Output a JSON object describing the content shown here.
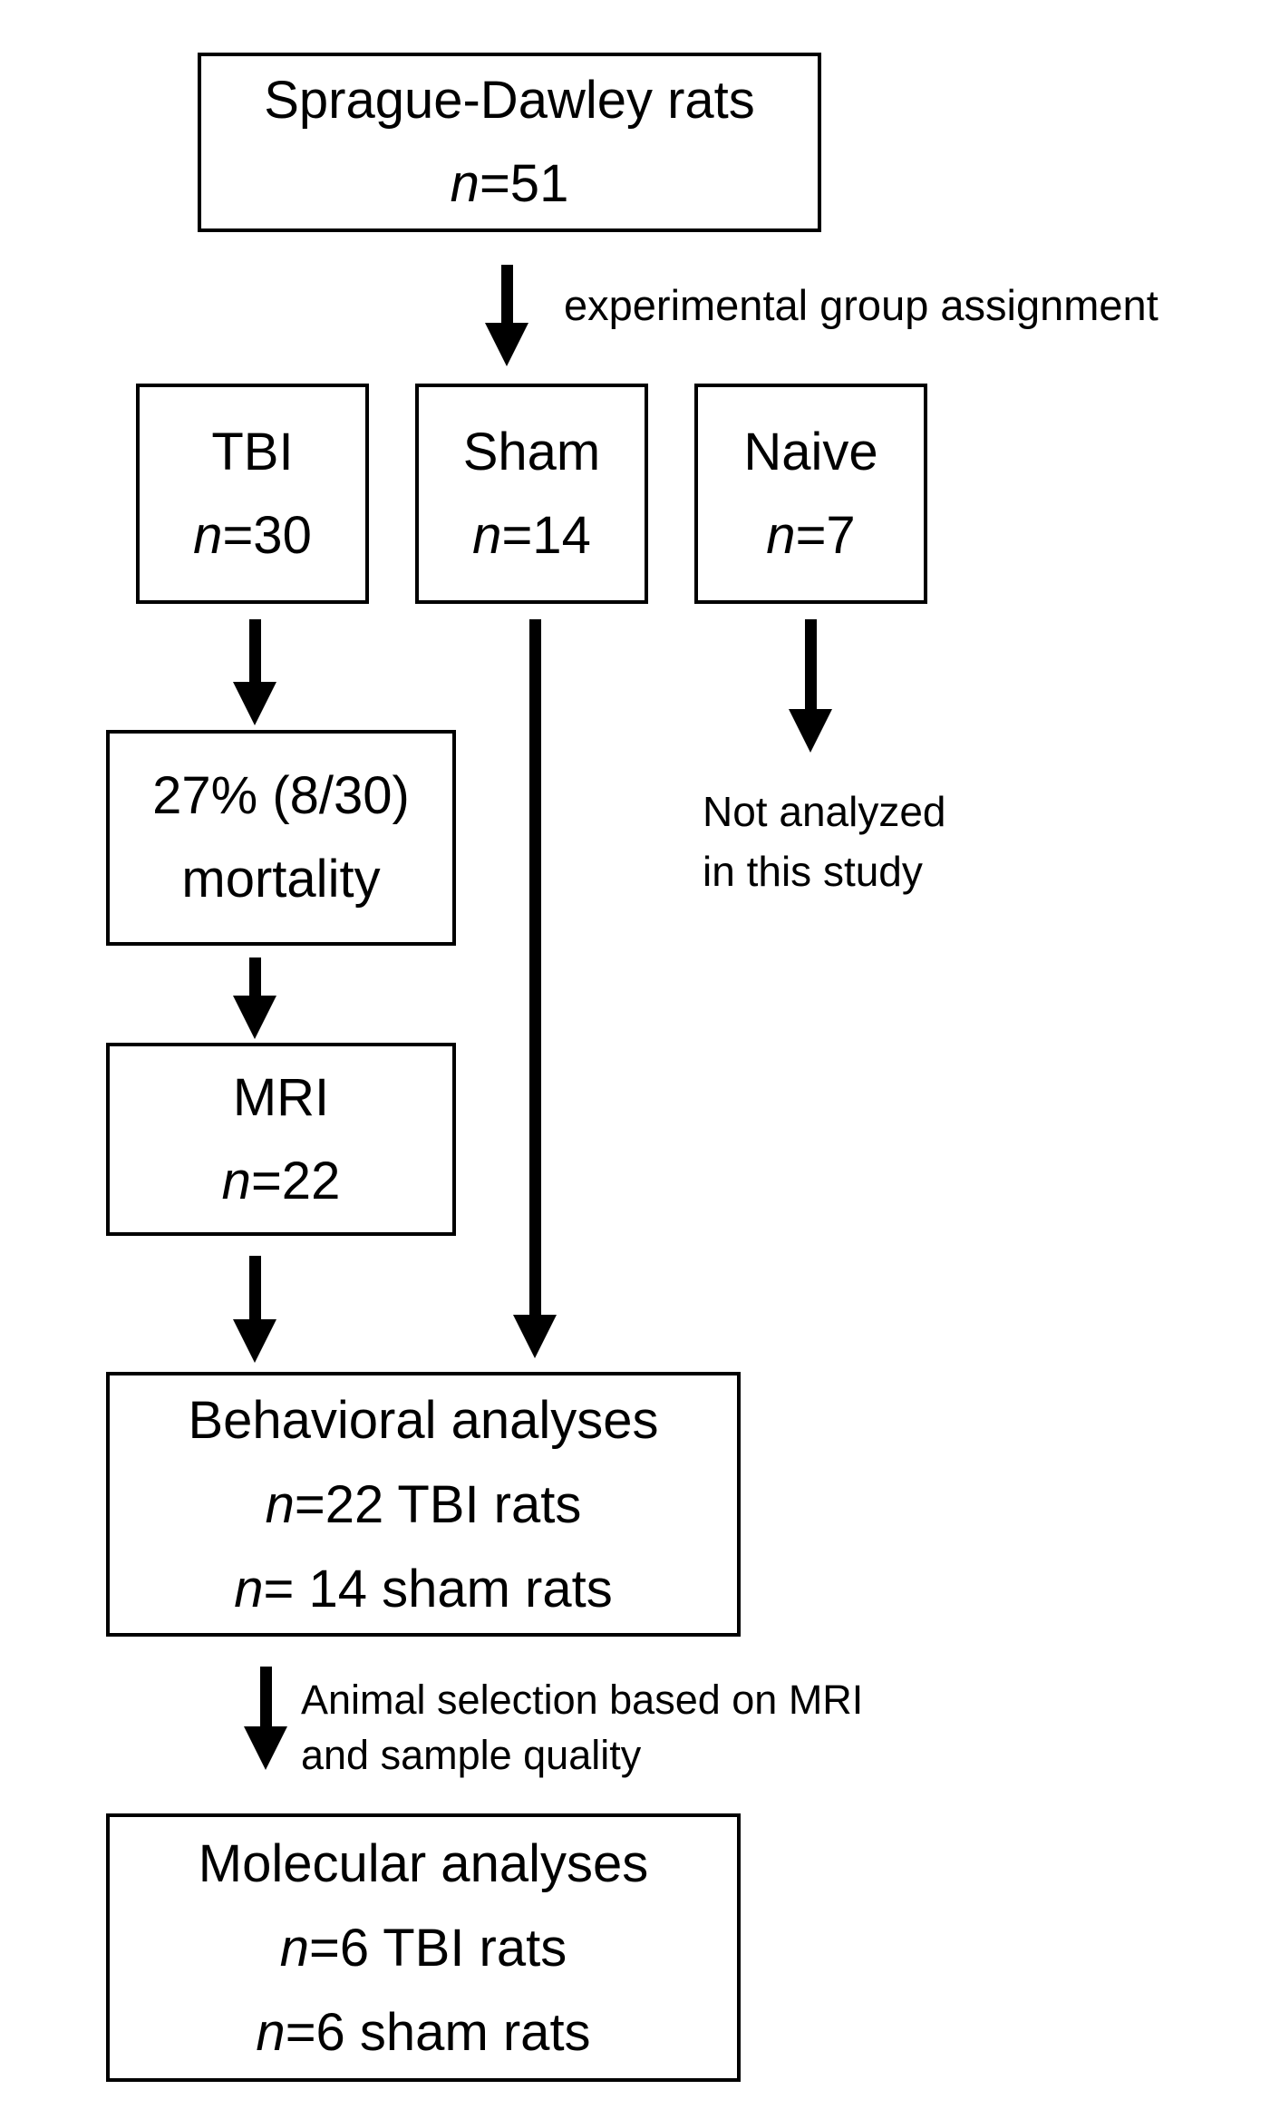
{
  "figure": {
    "background_color": "#ffffff",
    "line_color": "#000000",
    "text_color": "#000000"
  },
  "boxes": {
    "sprague": {
      "title": "Sprague-Dawley rats",
      "n": "n",
      "count": "=51"
    },
    "tbi": {
      "title": "TBI",
      "n": "n",
      "count": "=30"
    },
    "sham": {
      "title": "Sham",
      "n": "n",
      "count": "=14"
    },
    "naive": {
      "title": "Naive",
      "n": "n",
      "count": "=7"
    },
    "mortality": {
      "line1": "27% (8/30)",
      "line2": "mortality"
    },
    "mri": {
      "title": "MRI",
      "n": "n",
      "count": "=22"
    },
    "behavioral": {
      "title": "Behavioral analyses",
      "n1": "n",
      "tbi_line": "=22 TBI rats",
      "n2": "n",
      "sham_line": "= 14 sham rats"
    },
    "molecular": {
      "title": "Molecular analyses",
      "n1": "n",
      "tbi_line": "=6 TBI rats",
      "n2": "n",
      "sham_line": "=6 sham rats"
    }
  },
  "labels": {
    "assignment": "experimental group assignment",
    "not_analyzed_1": "Not analyzed",
    "not_analyzed_2": "in this study",
    "selection_1": "Animal selection based on MRI",
    "selection_2": "and sample quality"
  }
}
